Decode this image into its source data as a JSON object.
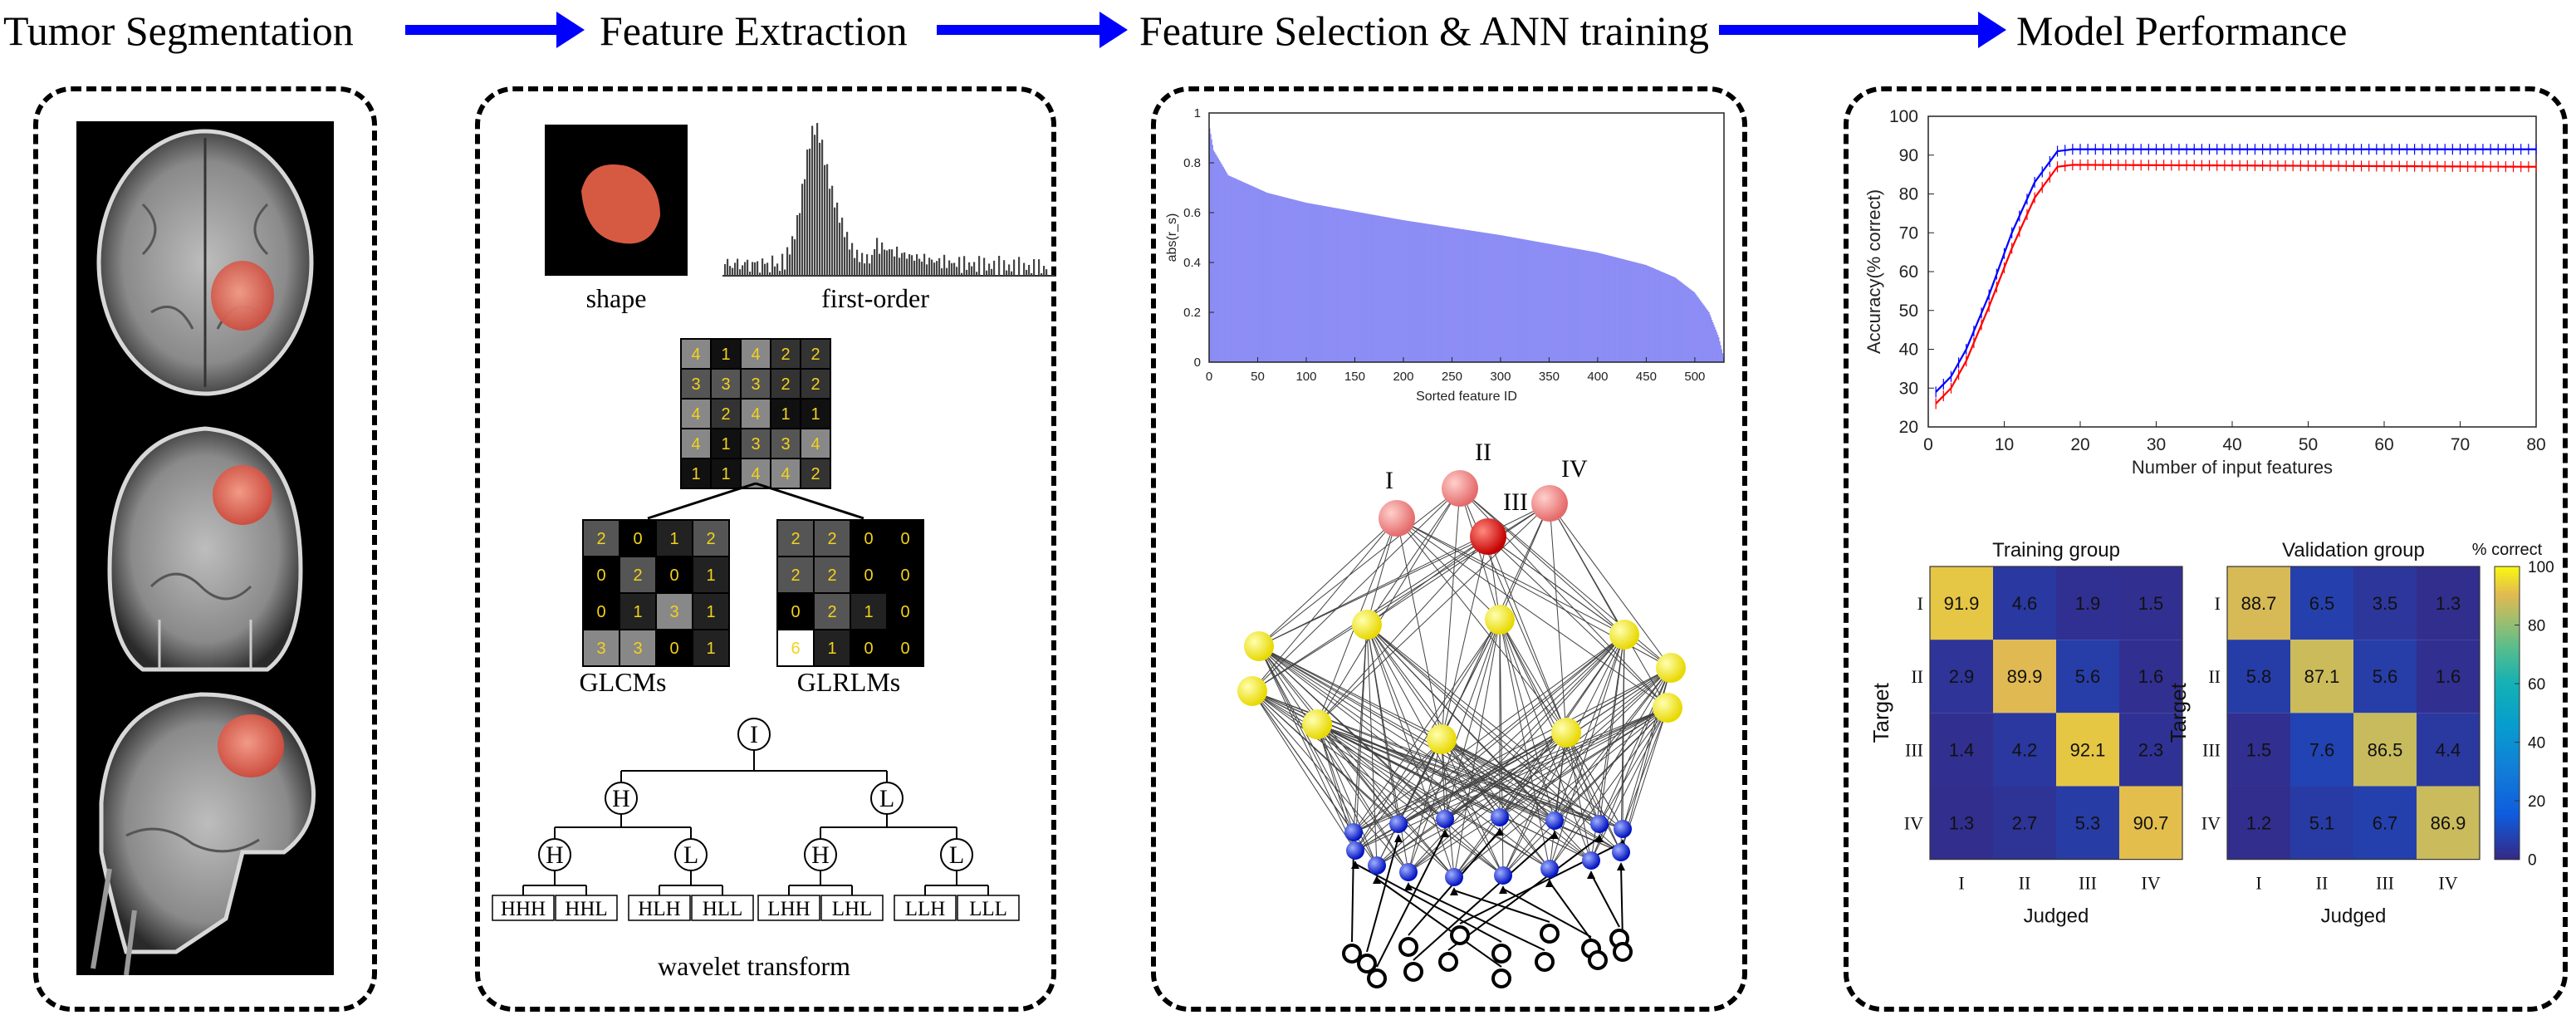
{
  "headers": {
    "tumor_segmentation": "Tumor Segmentation",
    "feature_extraction": "Feature Extraction",
    "feature_selection": "Feature Selection & ANN training",
    "model_performance": "Model Performance"
  },
  "feature_extraction": {
    "shape_label": "shape",
    "first_order_label": "first-order",
    "glcm_label": "GLCMs",
    "glrlm_label": "GLRLMs",
    "wavelet_label": "wavelet transform",
    "source_matrix": [
      [
        4,
        1,
        4,
        2,
        2
      ],
      [
        3,
        3,
        3,
        2,
        2
      ],
      [
        4,
        2,
        4,
        1,
        1
      ],
      [
        4,
        1,
        3,
        3,
        4
      ],
      [
        1,
        1,
        4,
        4,
        2
      ]
    ],
    "glcm_matrix": [
      [
        2,
        0,
        1,
        2
      ],
      [
        0,
        2,
        0,
        1
      ],
      [
        0,
        1,
        3,
        1
      ],
      [
        3,
        3,
        0,
        1
      ]
    ],
    "glrlm_matrix": [
      [
        2,
        2,
        0,
        0
      ],
      [
        2,
        2,
        0,
        0
      ],
      [
        0,
        2,
        1,
        0
      ],
      [
        6,
        1,
        0,
        0
      ]
    ],
    "tree": {
      "root": "I",
      "level1": [
        "H",
        "L"
      ],
      "level2": [
        "H",
        "L",
        "H",
        "L"
      ],
      "leaves": [
        "HHH",
        "HHL",
        "HLH",
        "HLL",
        "LHH",
        "LHL",
        "LLH",
        "LLL"
      ]
    }
  },
  "ann": {
    "output_labels": [
      "I",
      "II",
      "III",
      "IV"
    ]
  },
  "chart_data": [
    {
      "type": "bar",
      "title": "",
      "xlabel": "Sorted feature ID",
      "ylabel": "abs(r_s)",
      "xlim": [
        0,
        530
      ],
      "ylim": [
        0,
        1
      ],
      "xticks": [
        0,
        50,
        100,
        150,
        200,
        250,
        300,
        350,
        400,
        450,
        500
      ],
      "yticks": [
        0,
        0.2,
        0.4,
        0.6,
        0.8,
        1
      ],
      "color": "#8c8cf5",
      "profile": {
        "x": [
          0,
          5,
          20,
          60,
          100,
          200,
          300,
          400,
          450,
          480,
          500,
          515,
          525,
          530
        ],
        "y": [
          0.96,
          0.85,
          0.75,
          0.68,
          0.64,
          0.57,
          0.51,
          0.44,
          0.39,
          0.34,
          0.28,
          0.2,
          0.1,
          0.02
        ]
      }
    },
    {
      "type": "line",
      "xlabel": "Number of input features",
      "ylabel": "Accuracy(% correct)",
      "xlim": [
        0,
        80
      ],
      "ylim": [
        20,
        100
      ],
      "xticks": [
        0,
        10,
        20,
        30,
        40,
        50,
        60,
        70,
        80
      ],
      "yticks": [
        20,
        30,
        40,
        50,
        60,
        70,
        80,
        90,
        100
      ],
      "series": [
        {
          "color": "#0000ff",
          "x": [
            1,
            3,
            5,
            8,
            11,
            14,
            17,
            19,
            80
          ],
          "y": [
            29,
            33,
            40,
            54,
            70,
            83,
            91,
            91.5,
            91.5
          ]
        },
        {
          "color": "#ff0000",
          "x": [
            1,
            3,
            5,
            8,
            11,
            14,
            17,
            19,
            80
          ],
          "y": [
            26,
            30,
            37,
            51,
            66,
            79,
            87,
            87.5,
            87
          ]
        }
      ]
    },
    {
      "type": "heatmap",
      "title": "Training group",
      "xlabel": "Judged",
      "ylabel": "Target",
      "labels": [
        "I",
        "II",
        "III",
        "IV"
      ],
      "values": [
        [
          91.9,
          4.6,
          1.9,
          1.5
        ],
        [
          2.9,
          89.9,
          5.6,
          1.6
        ],
        [
          1.4,
          4.2,
          92.1,
          2.3
        ],
        [
          1.3,
          2.7,
          5.3,
          90.7
        ]
      ]
    },
    {
      "type": "heatmap",
      "title": "Validation group",
      "xlabel": "Judged",
      "ylabel": "Target",
      "labels": [
        "I",
        "II",
        "III",
        "IV"
      ],
      "values": [
        [
          88.7,
          6.5,
          3.5,
          1.3
        ],
        [
          5.8,
          87.1,
          5.6,
          1.6
        ],
        [
          1.5,
          7.6,
          86.5,
          4.4
        ],
        [
          1.2,
          5.1,
          6.7,
          86.9
        ]
      ],
      "colorbar": {
        "label": "% correct",
        "ticks": [
          0,
          20,
          40,
          60,
          80,
          100
        ]
      }
    }
  ]
}
